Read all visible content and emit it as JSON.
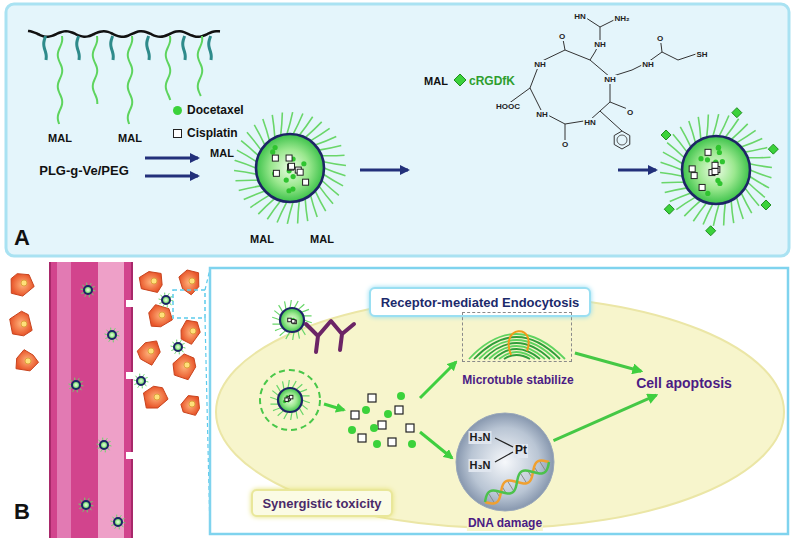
{
  "diagram": {
    "nodes": [
      {
        "text": [
          "Receptor-mediated Endocytosis"
        ]
      },
      {
        "text": [
          "Microtuble stabilize"
        ]
      },
      {
        "text": [
          "H₃N",
          "H₃N",
          "Pt",
          "DNA damage"
        ]
      },
      {
        "text": [
          "Cell apoptosis"
        ]
      },
      {
        "text": [
          "Synergistic toxicity"
        ]
      }
    ],
    "edges": [
      {
        "from": 1,
        "to": 3,
        "arrow": "to"
      },
      {
        "from": 2,
        "to": 3,
        "arrow": "to"
      }
    ],
    "labels": [
      "MAL",
      "MAL",
      "PLG-g-Ve/PEG",
      "MAL",
      "MAL",
      "MAL",
      "MAL",
      "cRGDfK",
      "NH₂",
      "HN",
      "NH",
      "NH",
      "NH",
      "HN",
      "NH",
      "O",
      "O",
      "O",
      "HOOC",
      "NH",
      "O",
      "SH",
      "A",
      "B"
    ],
    "legend": [
      {
        "text": "Docetaxel",
        "color": "#3bd23b"
      },
      {
        "text": "Cisplatin"
      }
    ]
  }
}
